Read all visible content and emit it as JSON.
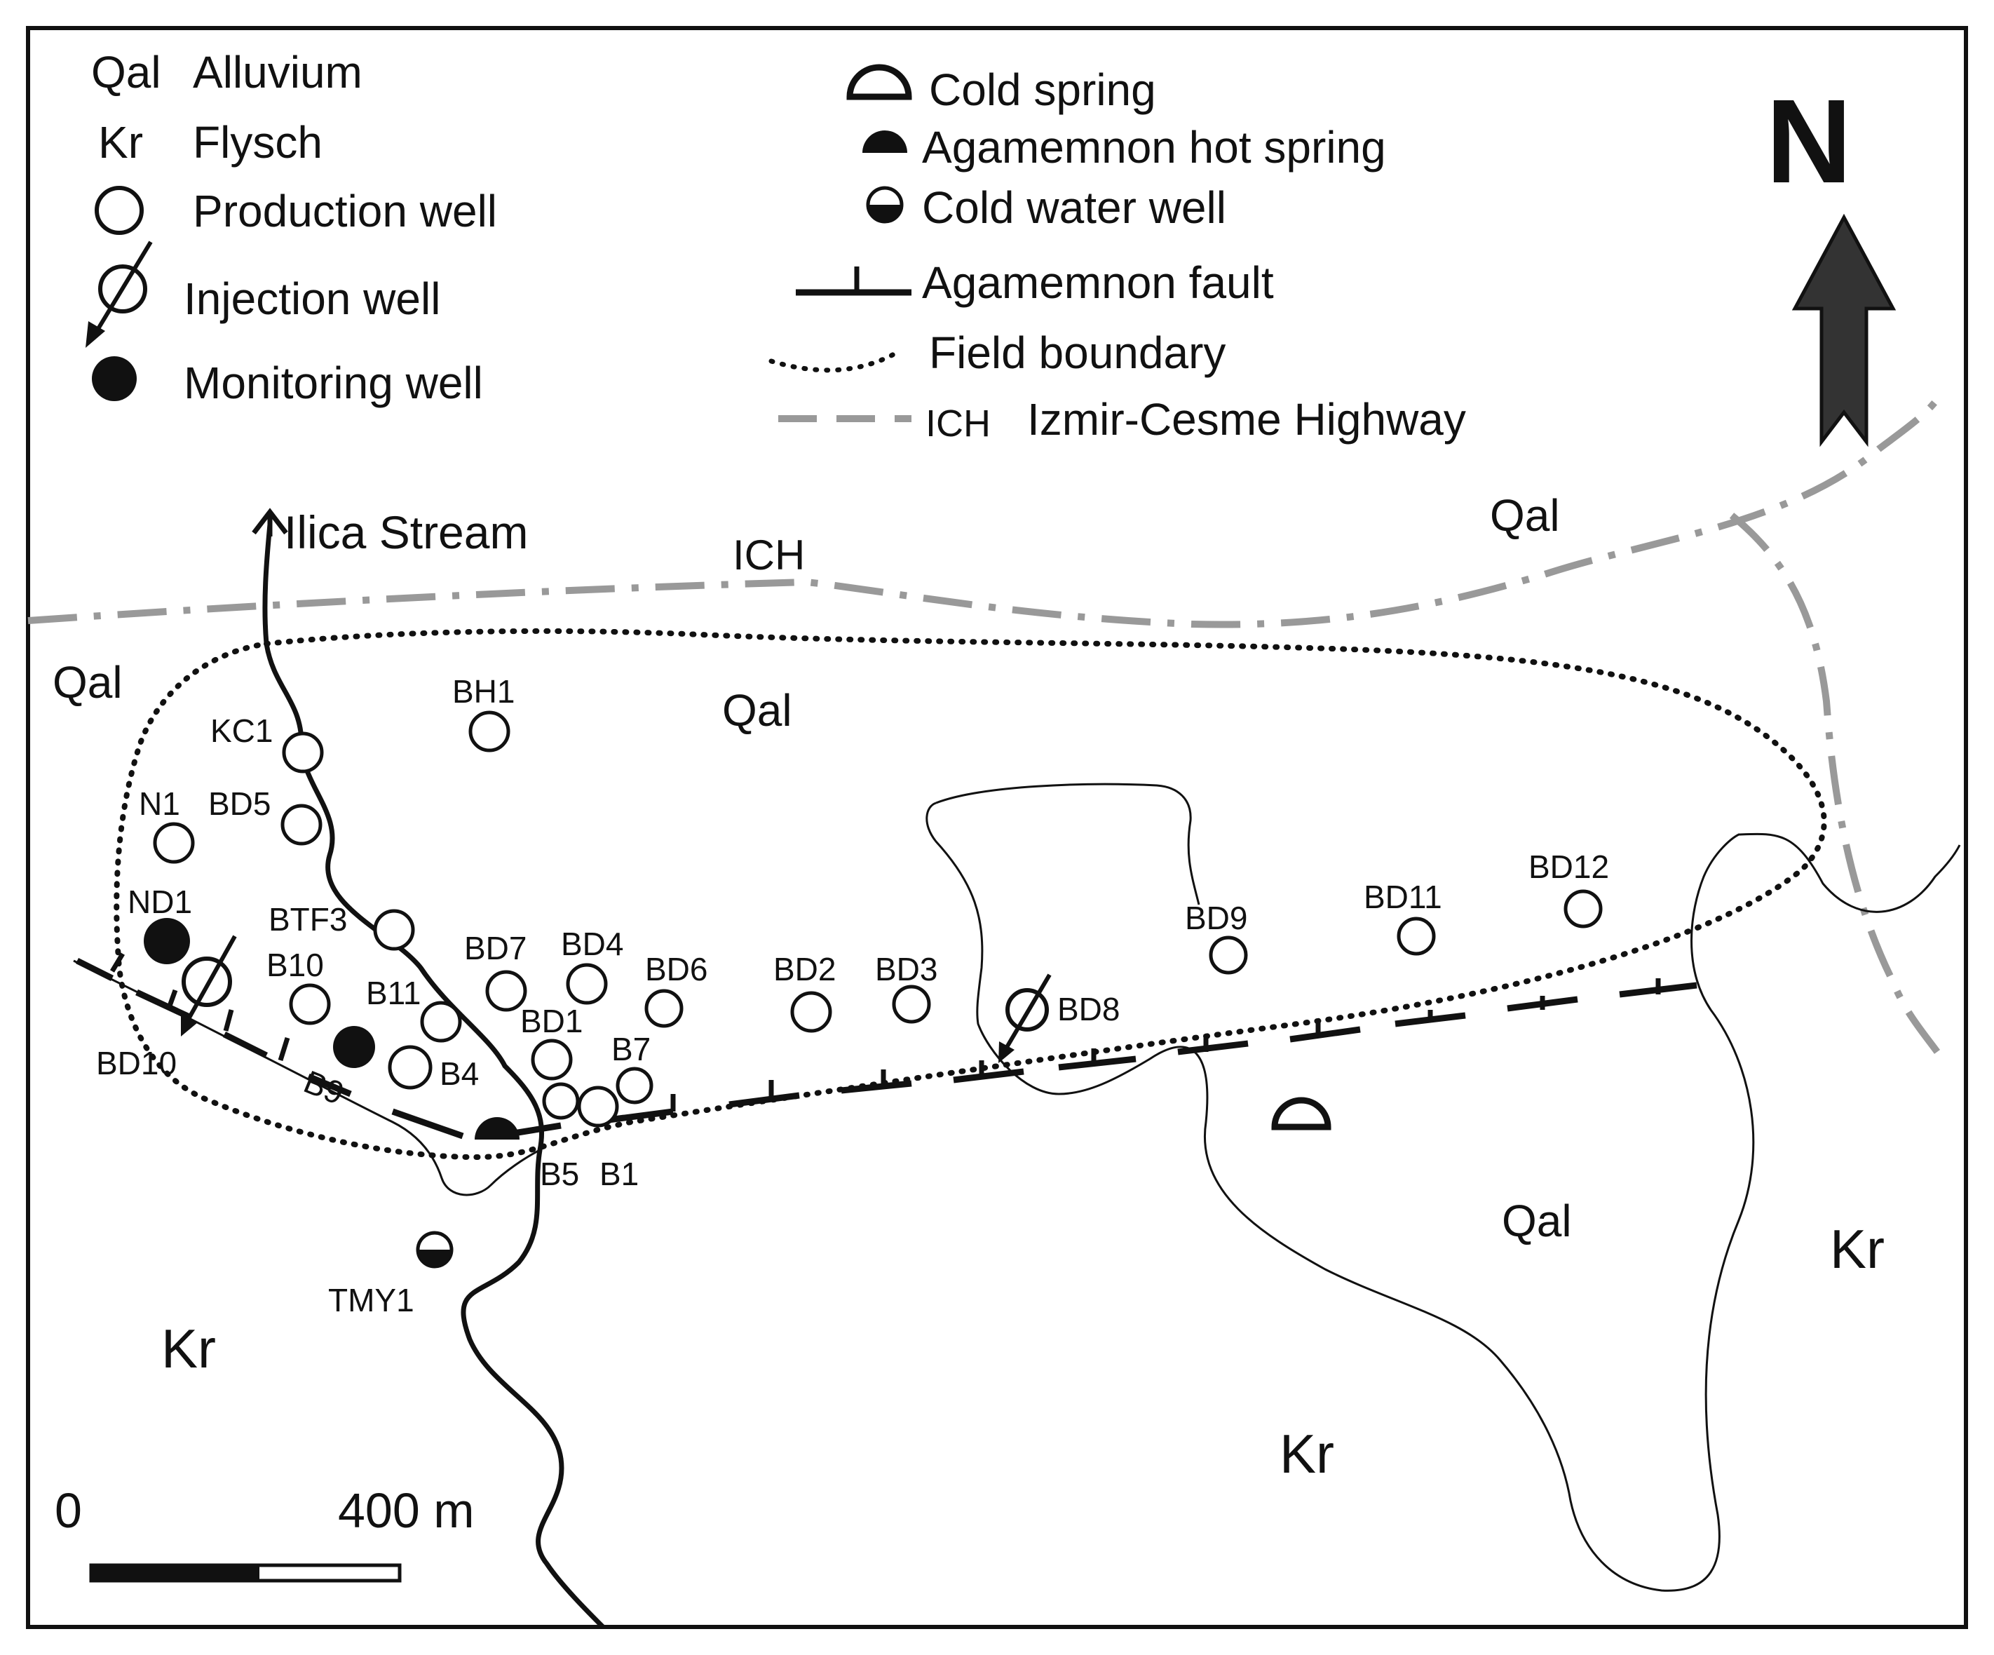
{
  "legend": {
    "qal_code": "Qal",
    "qal_label": "Alluvium",
    "kr_code": "Kr",
    "kr_label": "Flysch",
    "production_well": "Production well",
    "injection_well": "Injection  well",
    "monitoring_well": "Monitoring  well",
    "cold_spring": "Cold spring",
    "hot_spring": "Agamemnon hot spring",
    "cold_water_well": "Cold water well",
    "fault": "Agamemnon fault",
    "field_boundary": "Field boundary",
    "highway_code": "ICH",
    "highway_label": "Izmir-Cesme Highway"
  },
  "north_arrow": {
    "letter": "N",
    "icon": "north-arrow-icon"
  },
  "stream_label": "Ilica Stream",
  "highway_map_label": "ICH",
  "geology_labels": [
    "Qal",
    "Qal",
    "Qal",
    "Qal",
    "Kr",
    "Kr",
    "Kr"
  ],
  "wells": {
    "production": [
      "KC1",
      "BH1",
      "N1",
      "BD5",
      "BTF3",
      "B10",
      "B11",
      "BD7",
      "BD4",
      "BD6",
      "BD2",
      "BD3",
      "BD1",
      "B7",
      "B4",
      "B5",
      "B1",
      "BD9",
      "BD11",
      "BD12"
    ],
    "injection": [
      "BD10",
      "BD8"
    ],
    "monitoring": [
      "ND1",
      "B9"
    ],
    "cold_water": [
      "TMY1"
    ]
  },
  "scale_bar": {
    "start": "0",
    "end": "400 m"
  },
  "colors": {
    "ink": "#111111",
    "highway": "#999999",
    "background": "#ffffff"
  }
}
